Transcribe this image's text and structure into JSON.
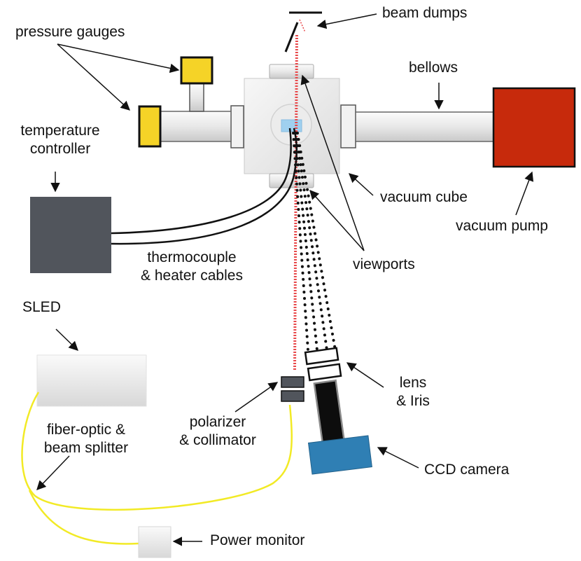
{
  "labels": {
    "beam_dumps": "beam dumps",
    "pressure_gauges": "pressure gauges",
    "bellows": "bellows",
    "temperature_controller_1": "temperature",
    "temperature_controller_2": "controller",
    "vacuum_cube": "vacuum cube",
    "vacuum_pump": "vacuum pump",
    "thermocouple_1": "thermocouple",
    "thermocouple_2": "& heater cables",
    "viewports": "viewports",
    "sled": "SLED",
    "lens_1": "lens",
    "lens_2": "& Iris",
    "polarizer_1": "polarizer",
    "polarizer_2": "& collimator",
    "fiber_1": "fiber-optic &",
    "fiber_2": "beam splitter",
    "ccd_camera": "CCD camera",
    "power_monitor": "Power monitor"
  },
  "colors": {
    "gauge_yellow": "#f5d327",
    "pump_red": "#c72a0c",
    "controller_gray": "#51555c",
    "camera_blue": "#2f7fb4",
    "laser_red": "#e8484a",
    "fiber_yellow": "#f2ea25",
    "sample_blue": "#9fd0ef"
  }
}
